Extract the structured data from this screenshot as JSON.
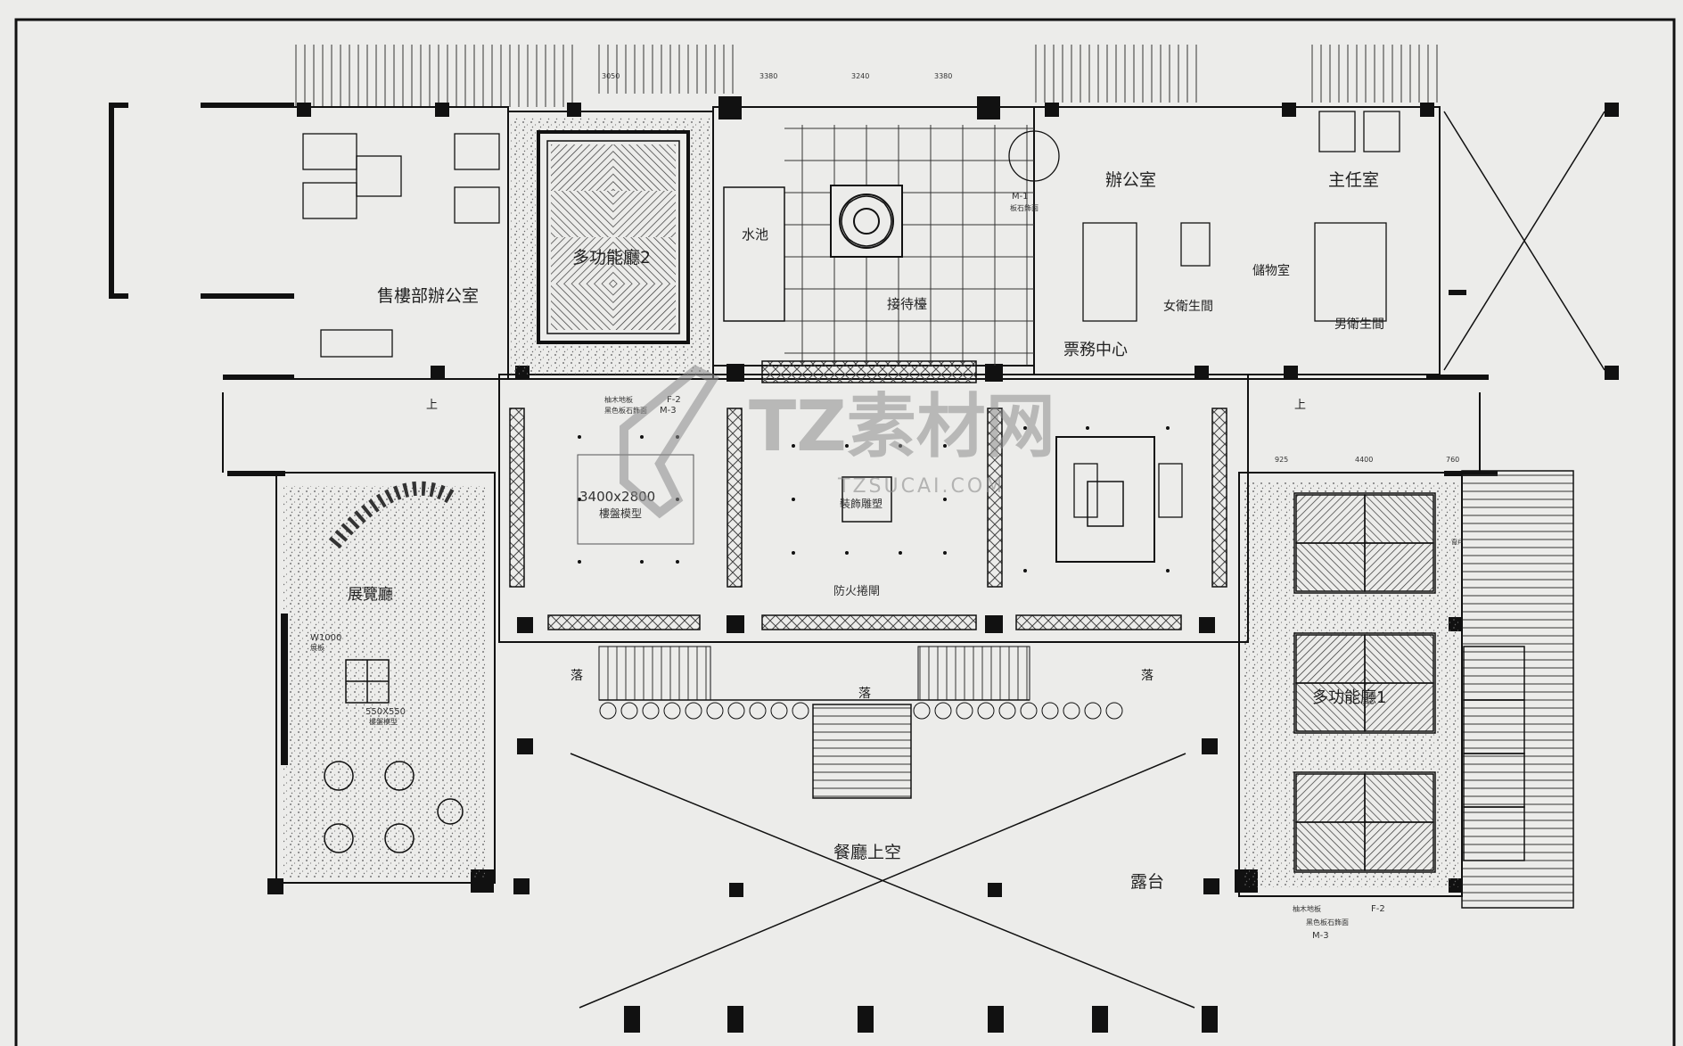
{
  "rooms": {
    "multi_hall_2": "多功能廳2",
    "sales_office": "售樓部辦公室",
    "pool": "水池",
    "reception_desk": "接待檯",
    "office": "辦公室",
    "director_room": "主任室",
    "female_wc": "女衛生間",
    "storage": "儲物室",
    "male_wc": "男衛生間",
    "ticket_center": "票務中心",
    "exhibition_hall": "展覽廳",
    "multi_hall_1": "多功能廳1",
    "dining_void": "餐廳上空",
    "terrace": "露台"
  },
  "stairs": {
    "up": "上",
    "down": "落"
  },
  "notes": {
    "model_size": "3400x2800",
    "model_label": "樓盤模型",
    "deco_feature": "裝飾雕塑",
    "fire_shutter": "防火捲閘",
    "w1000": "W1000",
    "display_board": "展板",
    "size_550": "550X550",
    "model_small": "樓盤模型",
    "floor_wood": "柚木地板",
    "floor_stone": "黑色板石飾面",
    "tag_f2": "F-2",
    "tag_m3": "M-3",
    "tag_m1": "M-1",
    "stone_wall": "板石飾面",
    "window": "窗戶"
  },
  "dims": {
    "d_top_1": "3380",
    "d_top_2": "3240",
    "d_top_3": "3380",
    "d_left": "3050",
    "d_right_1": "4400",
    "d_right_2": "925",
    "d_right_3": "760"
  },
  "watermark": {
    "main": "TZ素材网",
    "sub": "TZSUCAI.COM"
  },
  "colors": {
    "ink": "#111111",
    "paper": "#ececea",
    "hatch": "#666666"
  }
}
